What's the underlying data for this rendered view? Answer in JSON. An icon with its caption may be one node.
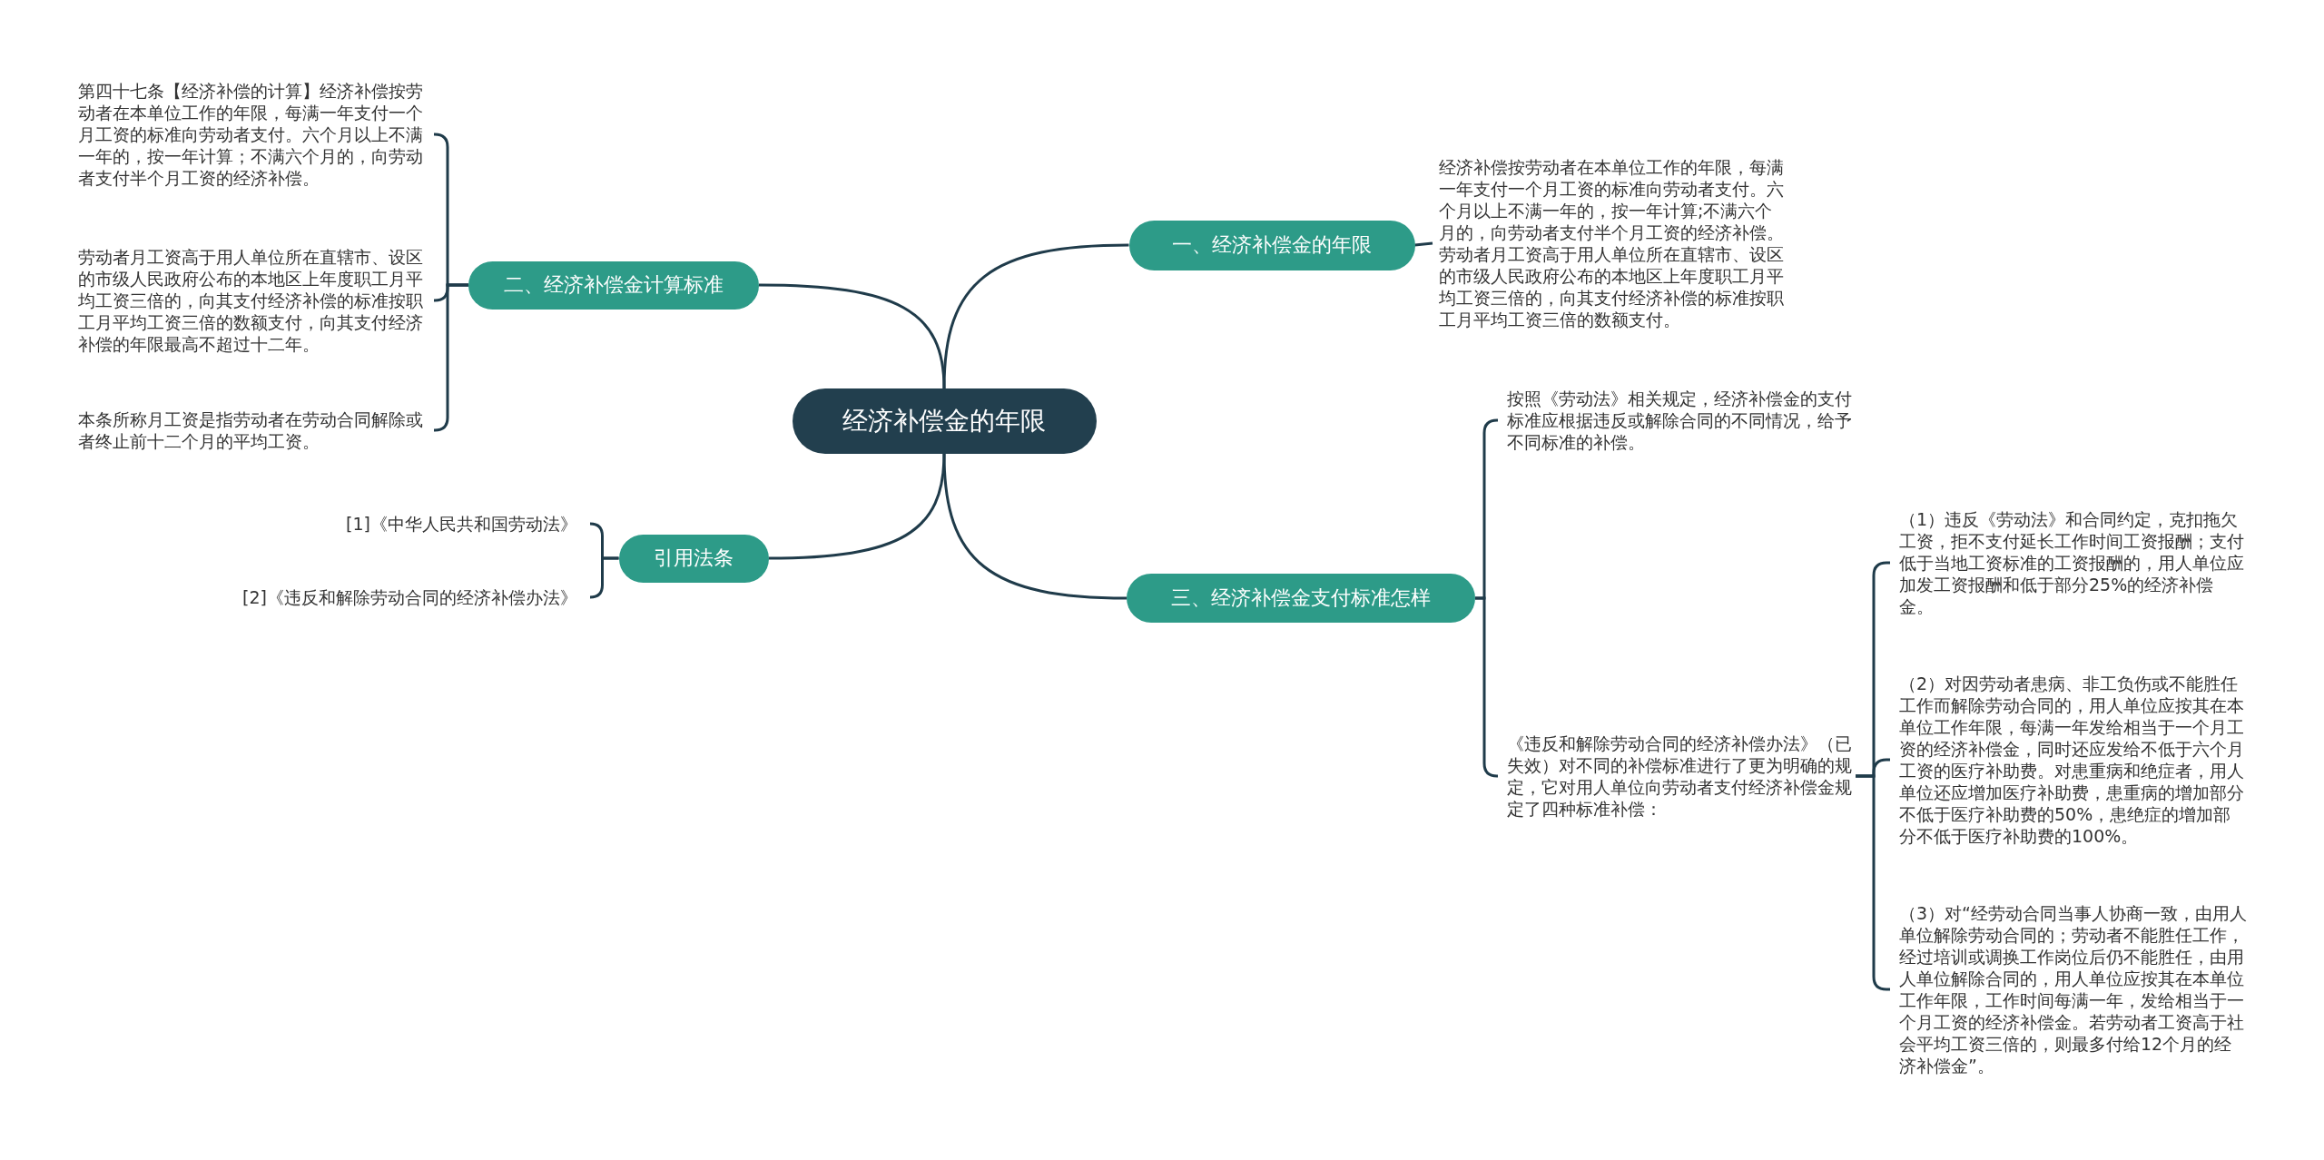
{
  "diagram": {
    "nodes": [
      {
        "text": [
          "经济补偿金的年限"
        ]
      },
      {
        "text": [
          "一、经济补偿金的年限"
        ]
      },
      {
        "text": [
          "经济补偿按劳动者在本单位工作的年限，每满一年支付一个月工资的标准向劳动者支付。六个月以上不满一年的，按一年计算;不满六个月的，向劳动者支付半个月工资的经济补偿。劳动者月工资高于用人单位所在直辖市、设区的市级人民政府公布的本地区上年度职工月平均工资三倍的，向其支付经济补偿的标准按职工月平均工资三倍的数额支付。"
        ]
      },
      {
        "text": [
          "三、经济补偿金支付标准怎样"
        ]
      },
      {
        "text": [
          "按照《劳动法》相关规定，经济补偿金的支付标准应根据违反或解除合同的不同情况，给予不同标准的补偿。"
        ]
      },
      {
        "text": [
          "《违反和解除劳动合同的经济补偿办法》（已失效）对不同的补偿标准进行了更为明确的规定，它对用人单位向劳动者支付经济补偿金规定了四种标准补偿："
        ]
      },
      {
        "text": [
          "（1）违反《劳动法》和合同约定，克扣拖欠工资，拒不支付延长工作时间工资报酬；支付低于当地工资标准的工资报酬的，用人单位应加发工资报酬和低于部分25%的经济补偿金。"
        ]
      },
      {
        "text": [
          "（2）对因劳动者患病、非工负伤或不能胜任工作而解除劳动合同的，用人单位应按其在本单位工作年限，每满一年发给相当于一个月工资的经济补偿金，同时还应发给不低于六个月工资的医疗补助费。对患重病和绝症者，用人单位还应增加医疗补助费，患重病的增加部分不低于医疗补助费的50%，患绝症的增加部分不低于医疗补助费的100%。"
        ]
      },
      {
        "text": [
          "（3）对“经劳动合同当事人协商一致，由用人单位解除劳动合同的；劳动者不能胜任工作，经过培训或调换工作岗位后仍不能胜任，由用人单位解除合同的，用人单位应按其在本单位工作年限，工作时间每满一年，发给相当于一个月工资的经济补偿金。若劳动者工资高于社会平均工资三倍的，则最多付给12个月的经济补偿金”。"
        ]
      },
      {
        "text": [
          "二、经济补偿金计算标准"
        ]
      },
      {
        "text": [
          "第四十七条【经济补偿的计算】经济补偿按劳动者在本单位工作的年限，每满一年支付一个月工资的标准向劳动者支付。六个月以上不满一年的，按一年计算；不满六个月的，向劳动者支付半个月工资的经济补偿。"
        ]
      },
      {
        "text": [
          "劳动者月工资高于用人单位所在直辖市、设区的市级人民政府公布的本地区上年度职工月平均工资三倍的，向其支付经济补偿的标准按职工月平均工资三倍的数额支付，向其支付经济补偿的年限最高不超过十二年。"
        ]
      },
      {
        "text": [
          "本条所称月工资是指劳动者在劳动合同解除或者终止前十二个月的平均工资。"
        ]
      },
      {
        "text": [
          "引用法条"
        ]
      },
      {
        "text": [
          "[1]《中华人民共和国劳动法》"
        ]
      },
      {
        "text": [
          "[2]《违反和解除劳动合同的经济补偿办法》"
        ]
      }
    ],
    "edges": [
      {
        "from": 0,
        "to": 1,
        "arrow": "none"
      },
      {
        "from": 1,
        "to": 2,
        "arrow": "none"
      },
      {
        "from": 0,
        "to": 3,
        "arrow": "none"
      },
      {
        "from": 3,
        "to": 4,
        "arrow": "none"
      },
      {
        "from": 3,
        "to": 5,
        "arrow": "none"
      },
      {
        "from": 5,
        "to": 6,
        "arrow": "none"
      },
      {
        "from": 5,
        "to": 7,
        "arrow": "none"
      },
      {
        "from": 5,
        "to": 8,
        "arrow": "none"
      },
      {
        "from": 0,
        "to": 9,
        "arrow": "none"
      },
      {
        "from": 9,
        "to": 10,
        "arrow": "none"
      },
      {
        "from": 9,
        "to": 11,
        "arrow": "none"
      },
      {
        "from": 9,
        "to": 12,
        "arrow": "none"
      },
      {
        "from": 0,
        "to": 13,
        "arrow": "none"
      },
      {
        "from": 13,
        "to": 14,
        "arrow": "none"
      },
      {
        "from": 13,
        "to": 15,
        "arrow": "none"
      }
    ]
  }
}
